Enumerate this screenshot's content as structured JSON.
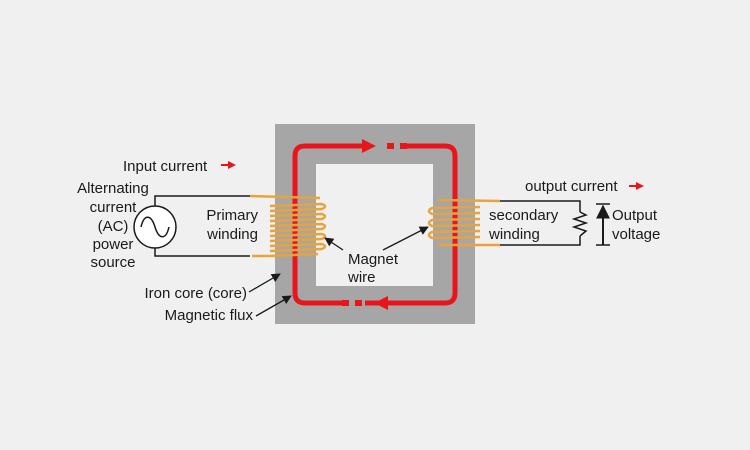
{
  "labels": {
    "input_current": "Input current",
    "ac_source": [
      "Alternating",
      "current",
      "(AC)",
      "power",
      "source"
    ],
    "primary_winding": [
      "Primary",
      "winding"
    ],
    "magnet_wire": [
      "Magnet",
      "wire"
    ],
    "iron_core": "Iron core (core)",
    "magnetic_flux": "Magnetic flux",
    "output_current": "output current",
    "secondary_winding": [
      "secondary",
      "winding"
    ],
    "output_voltage": [
      "Output",
      "voltage"
    ]
  },
  "colors": {
    "background": "#f0f0f0",
    "core": "#a6a6a6",
    "window": "#f0f0f0",
    "flux": "#e8151b",
    "winding": "#e8a33c",
    "wire": "#1a1a1a"
  },
  "icons": {
    "ac_source": "sine-wave-icon",
    "load": "resistor-icon",
    "current_direction": "right-arrow-icon",
    "flux_direction": "arrowhead-icon"
  }
}
